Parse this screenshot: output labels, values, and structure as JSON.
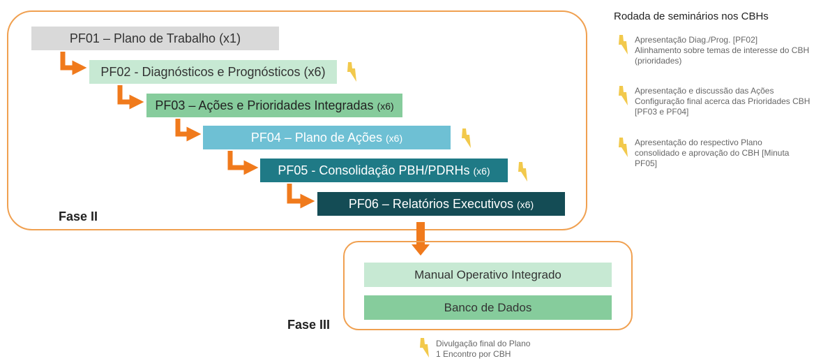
{
  "phase2": {
    "label": "Fase II",
    "steps": [
      {
        "text": "PF01 – Plano de Trabalho (x1)",
        "mult": ""
      },
      {
        "text": "PF02 - Diagnósticos e Prognósticos (x6)",
        "mult": ""
      },
      {
        "text": "PF03 – Ações e Prioridades Integradas ",
        "mult": "(x6)"
      },
      {
        "text": "PF04 – Plano de Ações ",
        "mult": "(x6)"
      },
      {
        "text": "PF05 - Consolidação PBH/PDRHs ",
        "mult": "(x6)"
      },
      {
        "text": "PF06 – Relatórios Executivos ",
        "mult": "(x6)"
      }
    ]
  },
  "phase3": {
    "label": "Fase III",
    "items": [
      "Manual Operativo Integrado",
      "Banco de Dados"
    ],
    "note_line1": "Divulgação final do Plano",
    "note_line2": "1  Encontro por CBH"
  },
  "legend": {
    "title": "Rodada de seminários nos CBHs",
    "items": [
      {
        "line1": "Apresentação Diag./Prog. [PF02]",
        "line2": "Alinhamento sobre temas de interesse do CBH",
        "line3": "(prioridades)"
      },
      {
        "line1": "Apresentação e discussão das Ações",
        "line2": "Configuração final acerca das Prioridades CBH",
        "line3": "[PF03 e PF04]"
      },
      {
        "line1": "Apresentação do respectivo Plano",
        "line2": "consolidado e aprovação do CBH [Minuta",
        "line3": "PF05]"
      }
    ]
  },
  "colors": {
    "frame": "#f0a050",
    "arrow": "#f07a1c",
    "bolt": "#f2c94c",
    "pf01": "#d9d9d9",
    "pf02": "#c7e9d3",
    "pf03": "#86cc9c",
    "pf04": "#6ec0d4",
    "pf05": "#1f7a86",
    "pf06": "#144c55",
    "manual": "#c7e9d3",
    "banco": "#86cc9c"
  }
}
